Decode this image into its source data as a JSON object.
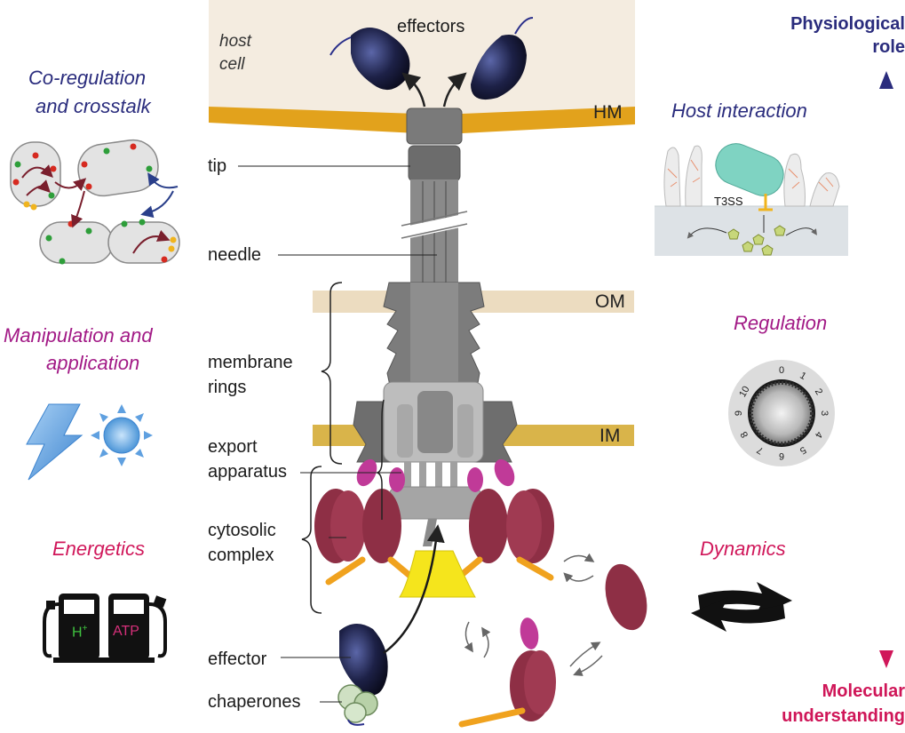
{
  "membranes": {
    "hm": "HM",
    "om": "OM",
    "im": "IM"
  },
  "host_cell": {
    "line1": "host",
    "line2": "cell"
  },
  "structure_labels": {
    "effectors": "effectors",
    "tip": "tip",
    "needle": "needle",
    "membrane_rings_1": "membrane",
    "membrane_rings_2": "rings",
    "export_apparatus_1": "export",
    "export_apparatus_2": "apparatus",
    "cytosolic_complex_1": "cytosolic",
    "cytosolic_complex_2": "complex",
    "effector": "effector",
    "chaperones": "chaperones"
  },
  "left_topics": {
    "coregulation_1": "Co-regulation",
    "coregulation_2": "and crosstalk",
    "manipulation_1": "Manipulation and",
    "manipulation_2": "application",
    "energetics": "Energetics",
    "pump_h": "H",
    "pump_h_sup": "+",
    "pump_atp": "ATP"
  },
  "right_topics": {
    "host_interaction": "Host interaction",
    "t3ss": "T3SS",
    "regulation": "Regulation",
    "dynamics": "Dynamics",
    "dial_numbers": [
      "0",
      "1",
      "2",
      "3",
      "4",
      "5",
      "6",
      "7",
      "8",
      "9",
      "10"
    ]
  },
  "axis": {
    "top_1": "Physiological",
    "top_2": "role",
    "bottom_1": "Molecular",
    "bottom_2": "understanding"
  },
  "colors": {
    "hm": "#e2a21c",
    "om": "#ecdcc0",
    "im": "#d9b44a",
    "host_bg": "#f4ece0",
    "gray_dark": "#6e6e6e",
    "gray_mid": "#8c8c8c",
    "gray_light": "#b4b4b4",
    "maroon": "#8e2f45",
    "magenta": "#c03a98",
    "orange": "#f0a21e",
    "yellow": "#f5e51c",
    "axis_top": "#2a2c7d",
    "axis_bottom": "#cf1658"
  }
}
